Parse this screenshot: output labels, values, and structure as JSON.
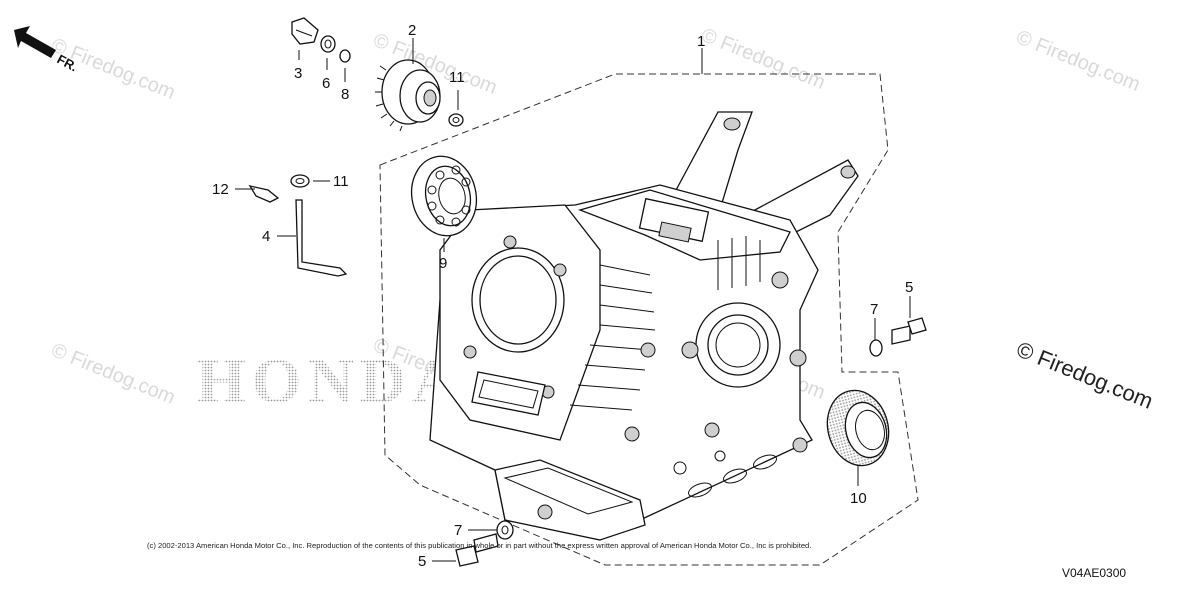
{
  "fr_label": "FR.",
  "callouts": {
    "p1": "1",
    "p2": "2",
    "p3": "3",
    "p4": "4",
    "p5a": "5",
    "p5b": "5",
    "p6": "6",
    "p7a": "7",
    "p7b": "7",
    "p8": "8",
    "p9": "9",
    "p10": "10",
    "p11a": "11",
    "p11b": "11",
    "p12": "12"
  },
  "watermarks": {
    "small": "© Firedog.com",
    "large": "© Firedog.com",
    "brand": "HONDA"
  },
  "copyright": "(c) 2002-2013 American Honda Motor Co., Inc. Reproduction of the contents of this publication in whole or in part without the express written approval of American Honda Motor Co., Inc is prohibited.",
  "diagram_code": "V04AE0300"
}
